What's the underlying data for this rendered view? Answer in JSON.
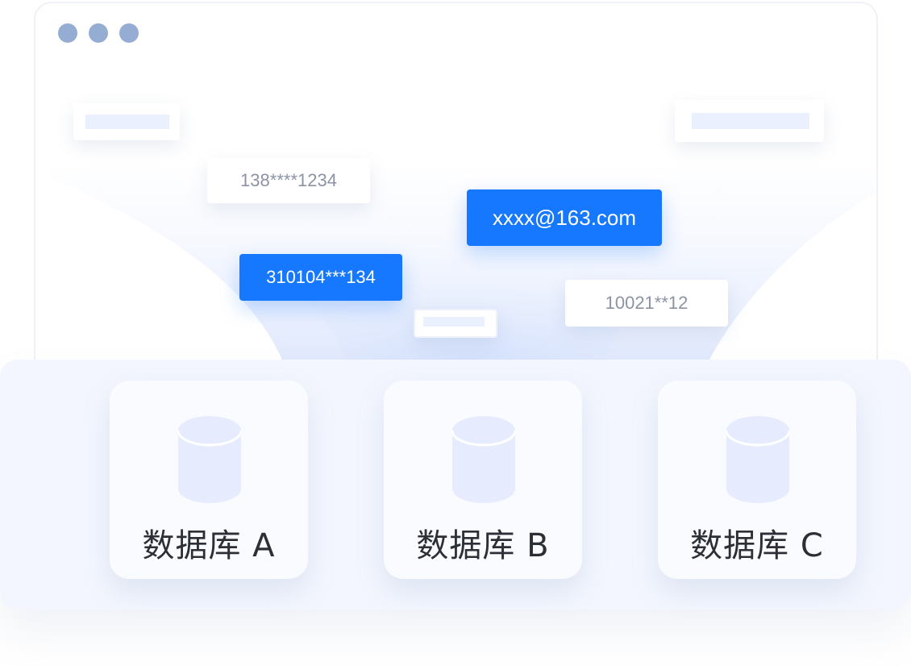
{
  "window": {
    "dots": [
      "window-dot-1",
      "window-dot-2",
      "window-dot-3"
    ]
  },
  "chips": {
    "phone": "138****1234",
    "email": "xxxx@163.com",
    "id_number": "310104***134",
    "code": "10021**12"
  },
  "databases": [
    {
      "label": "数据库 A",
      "icon": "database-icon"
    },
    {
      "label": "数据库 B",
      "icon": "database-icon"
    },
    {
      "label": "数据库 C",
      "icon": "database-icon"
    }
  ],
  "colors": {
    "accent": "#1677ff",
    "dot": "#96add3",
    "tray": "#f3f6fe",
    "db_icon": "#e6ecfd"
  }
}
